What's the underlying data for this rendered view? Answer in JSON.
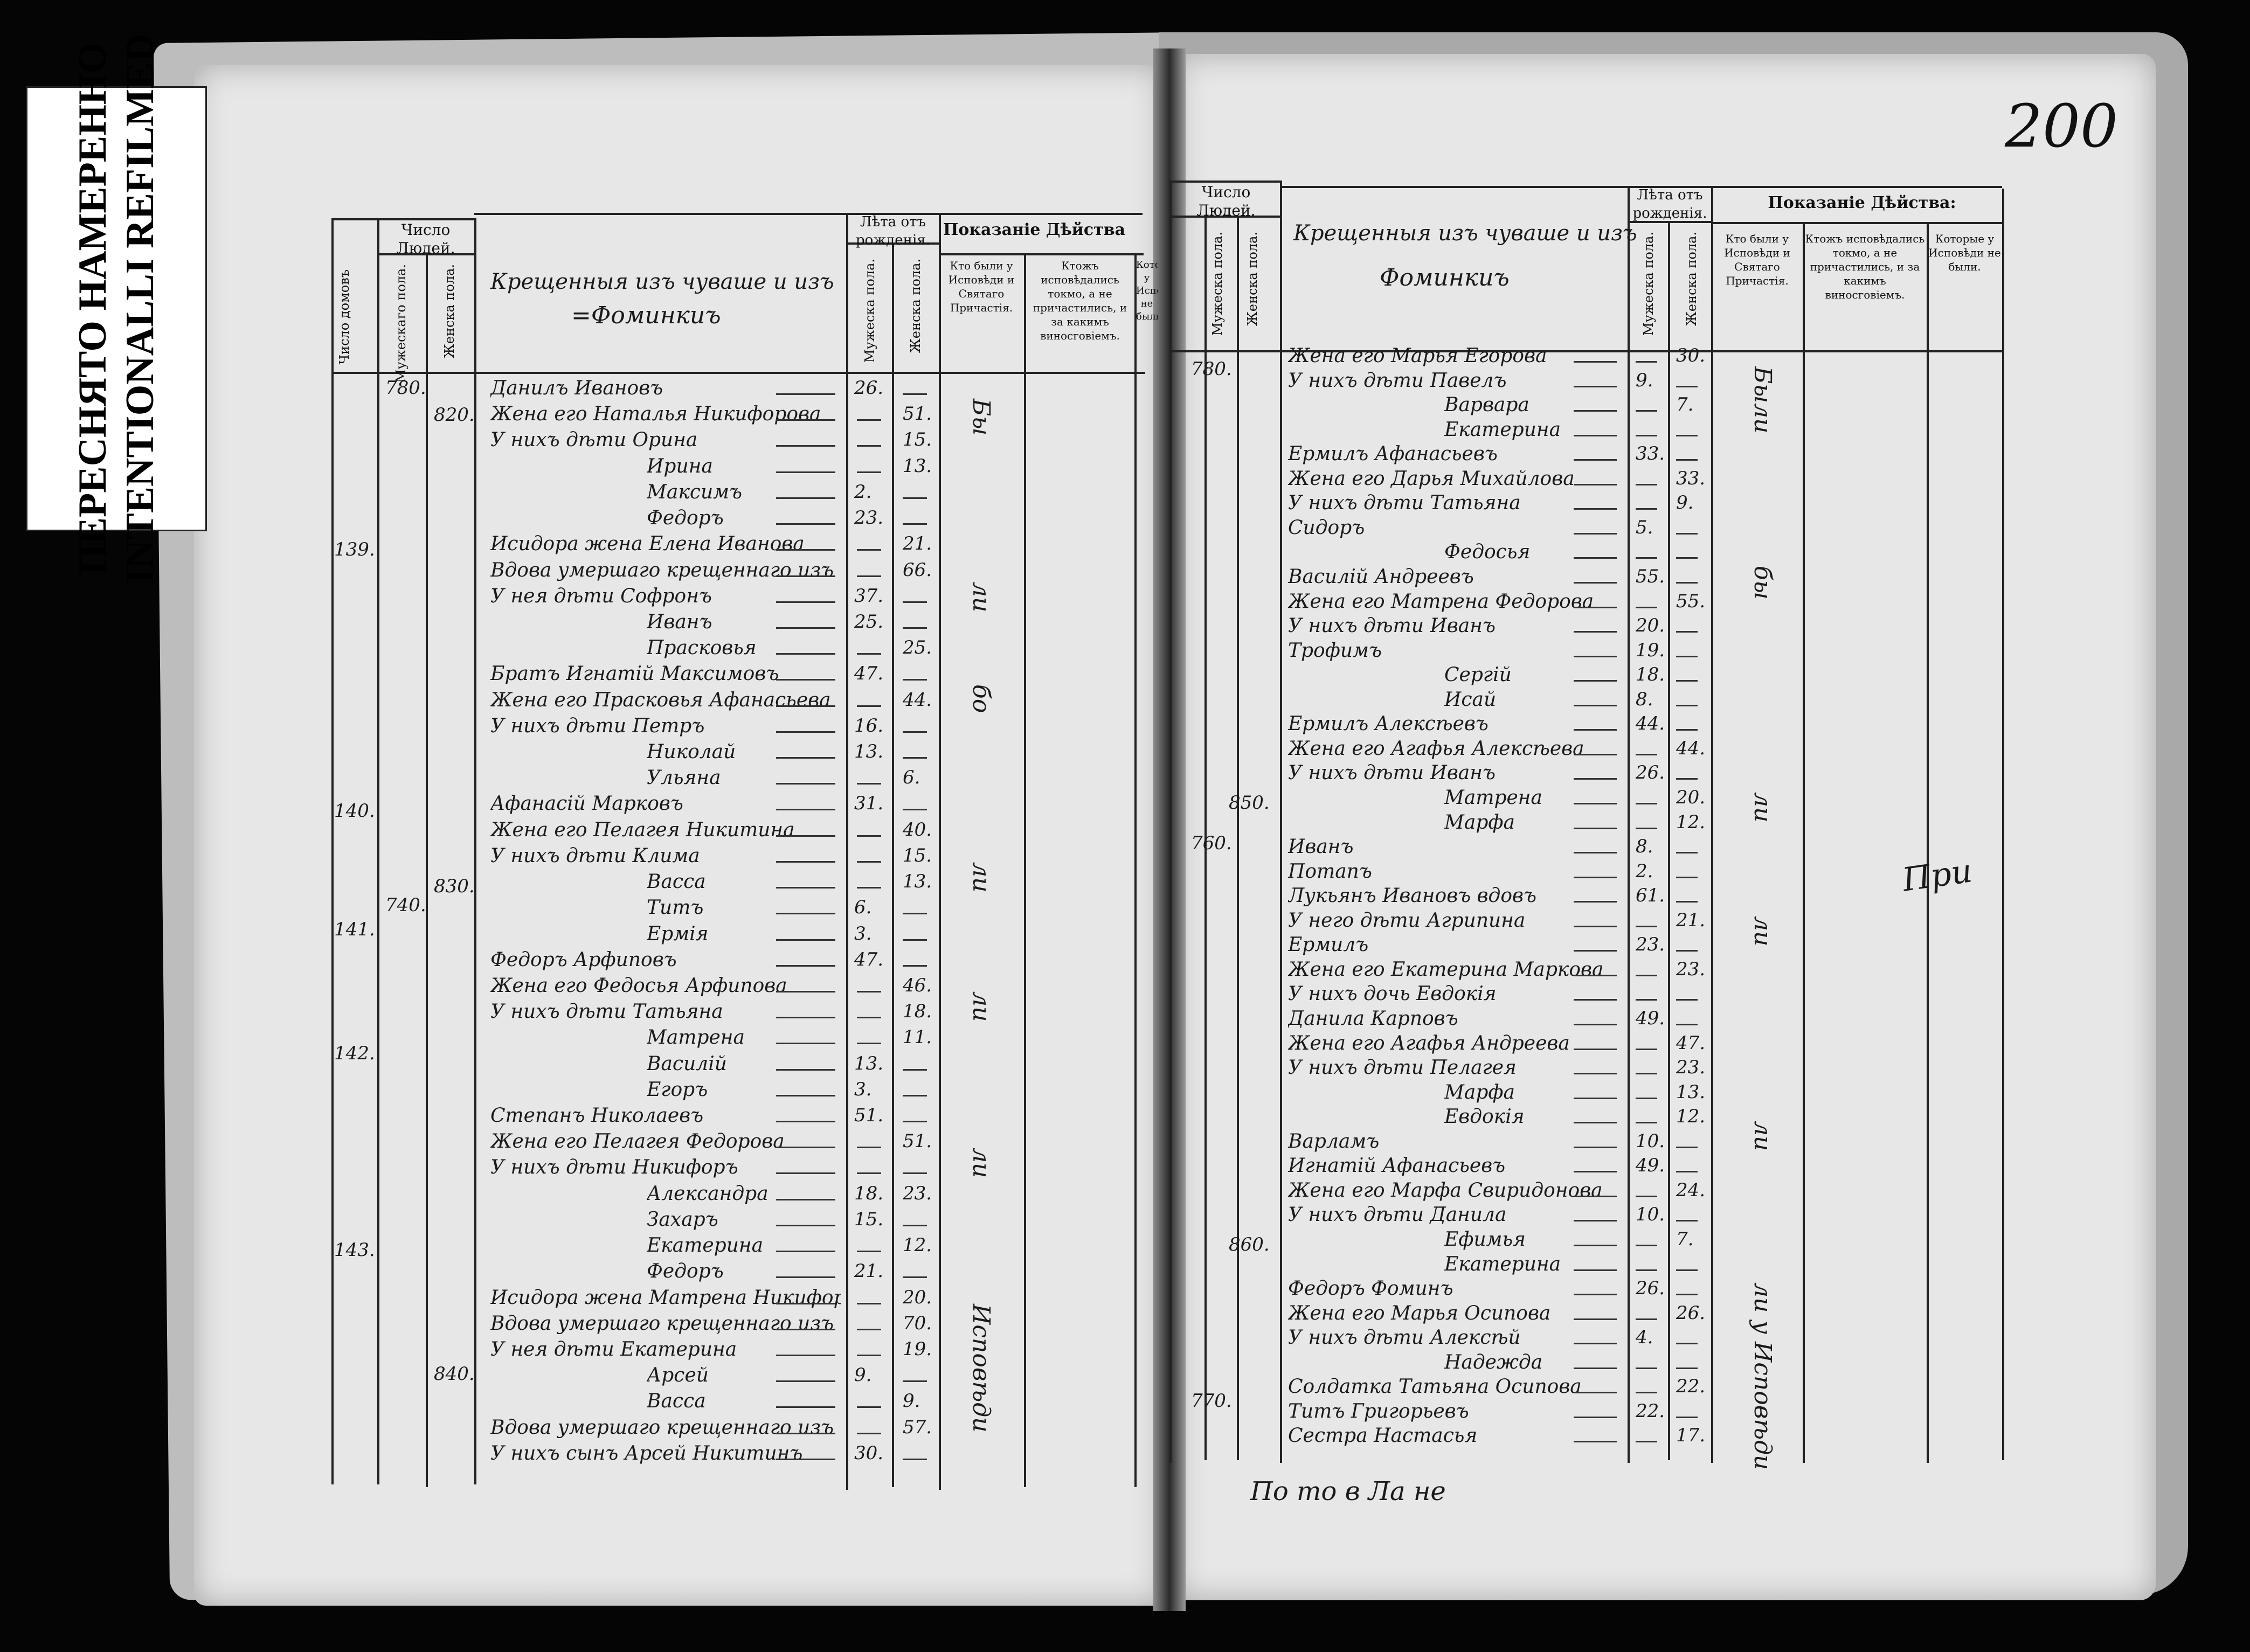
{
  "stamp": {
    "line1": "ПЕРЕСНЯТО НАМЕРЕННО",
    "line2": "INTENTIONALLI REFILMED"
  },
  "folio": "200",
  "left_page": {
    "headers": {
      "houses": "Число домовъ",
      "number_people": "Число Людей.",
      "male": "Мужескаго пола.",
      "female": "Женска пола.",
      "title_line1": "Крещенныя изъ чуваше и изъ",
      "title_line2": "=Фоминкиъ",
      "age": "Лѣта отъ рожденія.",
      "age_male": "Мужеска пола.",
      "age_female": "Женска пола.",
      "status": "Показаніе Дѣйства",
      "who_was": "Кто были у Исповѣди и Святаго Причастія.",
      "who_confessed": "Ктожъ исповѣдались токмо, а не причастились, и за какимъ виносговіемъ.",
      "who_not": "Которые у Исповѣди не были."
    },
    "house_numbers": [
      "139.",
      "140.",
      "141.",
      "142.",
      "143."
    ],
    "male_tallies": [
      "780.",
      "740."
    ],
    "female_tallies": [
      "820.",
      "830.",
      "840."
    ],
    "entries": [
      {
        "name": "Данилъ Ивановъ",
        "m": "26.",
        "f": ""
      },
      {
        "name": "Жена его Наталья Никифорова",
        "m": "",
        "f": "51."
      },
      {
        "name": "У нихъ дѣти Орина",
        "m": "",
        "f": "15."
      },
      {
        "name": "Ирина",
        "m": "",
        "f": "13."
      },
      {
        "name": "Максимъ",
        "m": "2.",
        "f": ""
      },
      {
        "name": "Федоръ",
        "m": "23.",
        "f": ""
      },
      {
        "name": "Исидора жена Елена Иванова",
        "m": "",
        "f": "21."
      },
      {
        "name": "Вдова умершаго крещеннаго изъ чуваша Михаила Андреевича Федосья Самуилова",
        "m": "",
        "f": "66."
      },
      {
        "name": "У нея дѣти Софронъ",
        "m": "37.",
        "f": ""
      },
      {
        "name": "Иванъ",
        "m": "25.",
        "f": ""
      },
      {
        "name": "Прасковья",
        "m": "",
        "f": "25."
      },
      {
        "name": "Братъ Игнатій Максимовъ",
        "m": "47.",
        "f": ""
      },
      {
        "name": "Жена его Прасковья Афанасьева",
        "m": "",
        "f": "44."
      },
      {
        "name": "У нихъ дѣти Петръ",
        "m": "16.",
        "f": ""
      },
      {
        "name": "Николай",
        "m": "13.",
        "f": ""
      },
      {
        "name": "Ульяна",
        "m": "",
        "f": "6."
      },
      {
        "name": "Афанасій Марковъ",
        "m": "31.",
        "f": ""
      },
      {
        "name": "Жена его Пелагея Никитина",
        "m": "",
        "f": "40."
      },
      {
        "name": "У нихъ дѣти Клима",
        "m": "",
        "f": "15."
      },
      {
        "name": "Васса",
        "m": "",
        "f": "13."
      },
      {
        "name": "Титъ",
        "m": "6.",
        "f": ""
      },
      {
        "name": "Ермія",
        "m": "3.",
        "f": ""
      },
      {
        "name": "Федоръ Арфиповъ",
        "m": "47.",
        "f": ""
      },
      {
        "name": "Жена его Федосья Арфипова",
        "m": "",
        "f": "46."
      },
      {
        "name": "У нихъ дѣти Татьяна",
        "m": "",
        "f": "18."
      },
      {
        "name": "Матрена",
        "m": "",
        "f": "11."
      },
      {
        "name": "Василій",
        "m": "13.",
        "f": ""
      },
      {
        "name": "Егоръ",
        "m": "3.",
        "f": ""
      },
      {
        "name": "Степанъ Николаевъ",
        "m": "51.",
        "f": ""
      },
      {
        "name": "Жена его Пелагея Федорова",
        "m": "",
        "f": "51."
      },
      {
        "name": "У нихъ дѣти Никифоръ",
        "m": "",
        "f": ""
      },
      {
        "name": "Александра",
        "m": "18.",
        "f": "23."
      },
      {
        "name": "Захаръ",
        "m": "15.",
        "f": ""
      },
      {
        "name": "Екатерина",
        "m": "",
        "f": "12."
      },
      {
        "name": "Федоръ",
        "m": "21.",
        "f": ""
      },
      {
        "name": "Исидора жена Матрена Никифорова",
        "m": "",
        "f": "20."
      },
      {
        "name": "Вдова умершаго крещеннаго изъ чуваша Ермолая Трофимова жена Анна Михайлова",
        "m": "",
        "f": "70."
      },
      {
        "name": "У нея дѣти Екатерина",
        "m": "",
        "f": "19."
      },
      {
        "name": "Арсей",
        "m": "9.",
        "f": ""
      },
      {
        "name": "Васса",
        "m": "",
        "f": "9."
      },
      {
        "name": "Вдова умершаго крещеннаго изъ чуваша Никиты Степанова жена Анна Андреева",
        "m": "",
        "f": "57."
      },
      {
        "name": "У нихъ сынъ Арсей Никитинъ",
        "m": "30.",
        "f": ""
      }
    ],
    "status_marks": [
      "Бы",
      "ли",
      "бо",
      "ли",
      "ли",
      "ли",
      "Исповѣди"
    ]
  },
  "right_page": {
    "headers": {
      "number_people": "Число Людей.",
      "male": "Мужеска пола.",
      "female": "Женска пола.",
      "title_line1": "Крещенныя изъ чуваше и изъ",
      "title_line2": "Фоминкиъ",
      "age": "Лѣта отъ рожденія.",
      "age_male": "Мужеска пола.",
      "age_female": "Женска пола.",
      "status": "Показаніе Дѣйства:",
      "who_was": "Кто были у Исповѣди и Святаго Причастія.",
      "who_confessed": "Ктожъ исповѣдались токмо, а не причастились, и за какимъ виносговіемъ.",
      "who_not": "Которые у Исповѣди не были."
    },
    "male_tallies": [
      "780.",
      "760.",
      "770."
    ],
    "female_tallies": [
      "850.",
      "860."
    ],
    "entries": [
      {
        "name": "Жена его Марья Егорова",
        "m": "",
        "f": "30."
      },
      {
        "name": "У нихъ дѣти Павелъ",
        "m": "9.",
        "f": ""
      },
      {
        "name": "Варвара",
        "m": "",
        "f": "7."
      },
      {
        "name": "Екатерина",
        "m": "",
        "f": ""
      },
      {
        "name": "Ермилъ Афанасьевъ",
        "m": "33.",
        "f": ""
      },
      {
        "name": "Жена его Дарья Михайлова",
        "m": "",
        "f": "33."
      },
      {
        "name": "У нихъ дѣти Татьяна",
        "m": "",
        "f": "9."
      },
      {
        "name": "Сидоръ",
        "m": "5.",
        "f": ""
      },
      {
        "name": "Федосья",
        "m": "",
        "f": ""
      },
      {
        "name": "Василій Андреевъ",
        "m": "55.",
        "f": ""
      },
      {
        "name": "Жена его Матрена Федорова",
        "m": "",
        "f": "55."
      },
      {
        "name": "У нихъ дѣти Иванъ",
        "m": "20.",
        "f": ""
      },
      {
        "name": "Трофимъ",
        "m": "19.",
        "f": ""
      },
      {
        "name": "Сергій",
        "m": "18.",
        "f": ""
      },
      {
        "name": "Исай",
        "m": "8.",
        "f": ""
      },
      {
        "name": "Ермилъ Алексѣевъ",
        "m": "44.",
        "f": ""
      },
      {
        "name": "Жена его Агафья Алексѣева",
        "m": "",
        "f": "44."
      },
      {
        "name": "У нихъ дѣти Иванъ",
        "m": "26.",
        "f": ""
      },
      {
        "name": "Матрена",
        "m": "",
        "f": "20."
      },
      {
        "name": "Марфа",
        "m": "",
        "f": "12."
      },
      {
        "name": "Иванъ",
        "m": "8.",
        "f": ""
      },
      {
        "name": "Потапъ",
        "m": "2.",
        "f": ""
      },
      {
        "name": "Лукьянъ Ивановъ вдовъ",
        "m": "61.",
        "f": ""
      },
      {
        "name": "У него дѣти Агрипина",
        "m": "",
        "f": "21."
      },
      {
        "name": "Ермилъ",
        "m": "23.",
        "f": ""
      },
      {
        "name": "Жена его Екатерина Маркова",
        "m": "",
        "f": "23."
      },
      {
        "name": "У нихъ дочь Евдокія",
        "m": "",
        "f": ""
      },
      {
        "name": "Данила Карповъ",
        "m": "49.",
        "f": ""
      },
      {
        "name": "Жена его Агафья Андреева",
        "m": "",
        "f": "47."
      },
      {
        "name": "У нихъ дѣти Пелагея",
        "m": "",
        "f": "23."
      },
      {
        "name": "Марфа",
        "m": "",
        "f": "13."
      },
      {
        "name": "Евдокія",
        "m": "",
        "f": "12."
      },
      {
        "name": "Варламъ",
        "m": "10.",
        "f": ""
      },
      {
        "name": "Игнатій Афанасьевъ",
        "m": "49.",
        "f": ""
      },
      {
        "name": "Жена его Марфа Свиридонова",
        "m": "",
        "f": "24."
      },
      {
        "name": "У нихъ дѣти Данила",
        "m": "10.",
        "f": ""
      },
      {
        "name": "Ефимья",
        "m": "",
        "f": "7."
      },
      {
        "name": "Екатерина",
        "m": "",
        "f": ""
      },
      {
        "name": "Федоръ Фоминъ",
        "m": "26.",
        "f": ""
      },
      {
        "name": "Жена его Марья Осипова",
        "m": "",
        "f": "26."
      },
      {
        "name": "У нихъ дѣти Алексѣй",
        "m": "4.",
        "f": ""
      },
      {
        "name": "Надежда",
        "m": "",
        "f": ""
      },
      {
        "name": "Солдатка Татьяна Осипова",
        "m": "",
        "f": "22."
      },
      {
        "name": "Титъ Григорьевъ",
        "m": "22.",
        "f": ""
      },
      {
        "name": "Сестра Настасья",
        "m": "",
        "f": "17."
      }
    ],
    "status_marks": [
      "Были",
      "бы",
      "ли",
      "ли",
      "ли",
      "ли у Исповѣди"
    ],
    "margin_note": "При",
    "footer_note": "По    то в Ла    не"
  }
}
